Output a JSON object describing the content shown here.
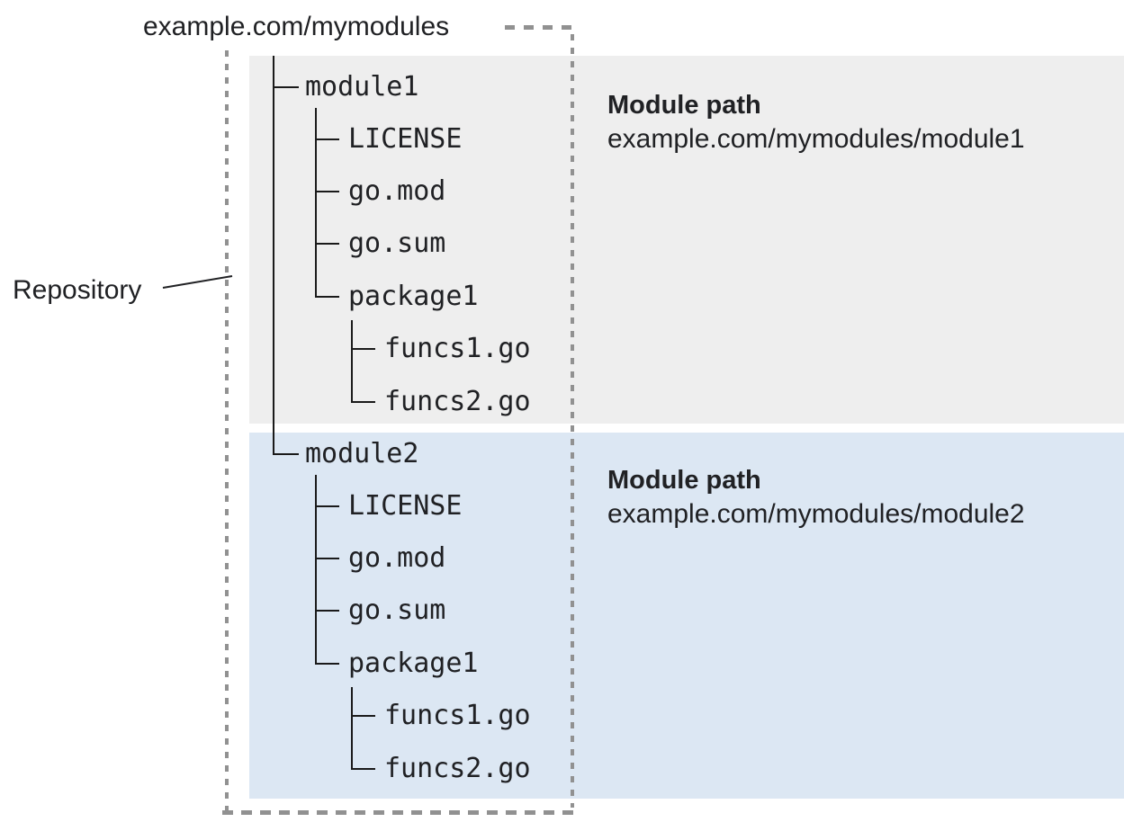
{
  "title": "example.com/mymodules",
  "repository": {
    "label": "Repository"
  },
  "modules": [
    {
      "name": "module1",
      "files": [
        "LICENSE",
        "go.mod",
        "go.sum"
      ],
      "package": {
        "name": "package1",
        "files": [
          "funcs1.go",
          "funcs2.go"
        ]
      },
      "panel": {
        "heading": "Module path",
        "path": "example.com/mymodules/module1"
      }
    },
    {
      "name": "module2",
      "files": [
        "LICENSE",
        "go.mod",
        "go.sum"
      ],
      "package": {
        "name": "package1",
        "files": [
          "funcs1.go",
          "funcs2.go"
        ]
      },
      "panel": {
        "heading": "Module path",
        "path": "example.com/mymodules/module2"
      }
    }
  ],
  "colors": {
    "module1_bg": "#eeeeee",
    "module2_bg": "#dce7f3",
    "dotted_border": "#919191",
    "tree_line": "#1a1a1a",
    "text": "#202124"
  }
}
